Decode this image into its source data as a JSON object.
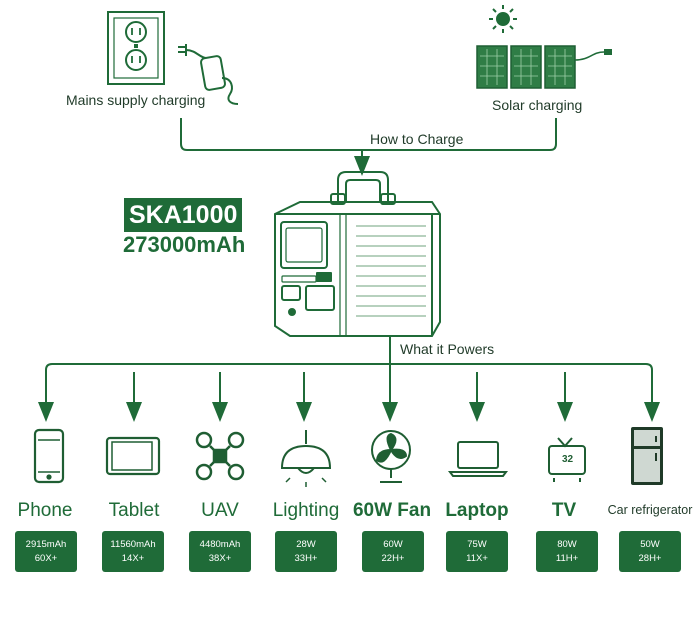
{
  "sources": {
    "mains_label": "Mains supply charging",
    "solar_label": "Solar charging",
    "how_label": "How to Charge"
  },
  "product": {
    "model": "SKA1000",
    "capacity": "273000mAh"
  },
  "powers_label": "What it Powers",
  "devices": [
    {
      "name": "Phone",
      "line1": "2915mAh",
      "line2": "60X+"
    },
    {
      "name": "Tablet",
      "line1": "11560mAh",
      "line2": "14X+"
    },
    {
      "name": "UAV",
      "line1": "4480mAh",
      "line2": "38X+"
    },
    {
      "name": "Lighting",
      "line1": "28W",
      "line2": "33H+"
    },
    {
      "name": "60W Fan",
      "line1": "60W",
      "line2": "22H+"
    },
    {
      "name": "Laptop",
      "line1": "75W",
      "line2": "11X+"
    },
    {
      "name": "TV",
      "line1": "80W",
      "line2": "11H+",
      "screen": "32"
    },
    {
      "name": "Car refrigerator",
      "line1": "50W",
      "line2": "28H+"
    }
  ]
}
